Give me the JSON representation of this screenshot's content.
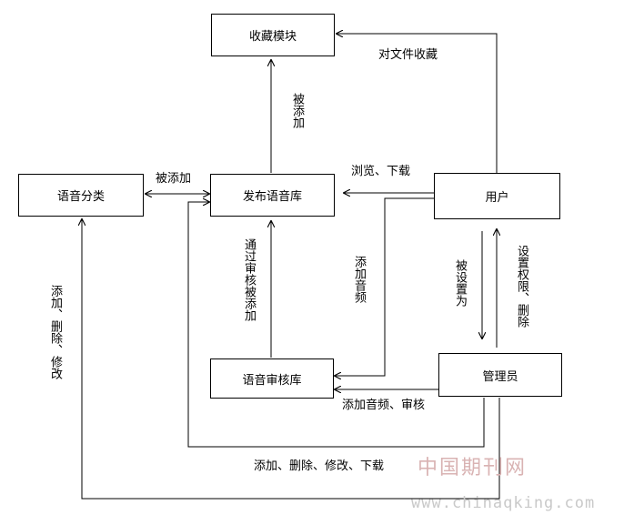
{
  "nodes": {
    "favorites_module": "收藏模块",
    "voice_category": "语音分类",
    "publish_library": "发布语音库",
    "user": "用户",
    "review_library": "语音审核库",
    "admin": "管理员"
  },
  "edges": {
    "user_to_favorites": "对文件收藏",
    "publish_to_favorites": "被添加",
    "publish_to_category": "被添加",
    "user_to_publish": "浏览、下载",
    "review_to_publish": "通过审核被添加",
    "user_to_review": "添加音频",
    "user_to_admin": "被设置为",
    "admin_to_user": "设置权限、删除",
    "admin_to_review": "添加音频、审核",
    "admin_to_category": "添加、删除、修改",
    "admin_to_publish": "添加、删除、修改、下载"
  },
  "watermark": {
    "cn": "中国期刊网",
    "url": "www.chinaqking.com"
  }
}
